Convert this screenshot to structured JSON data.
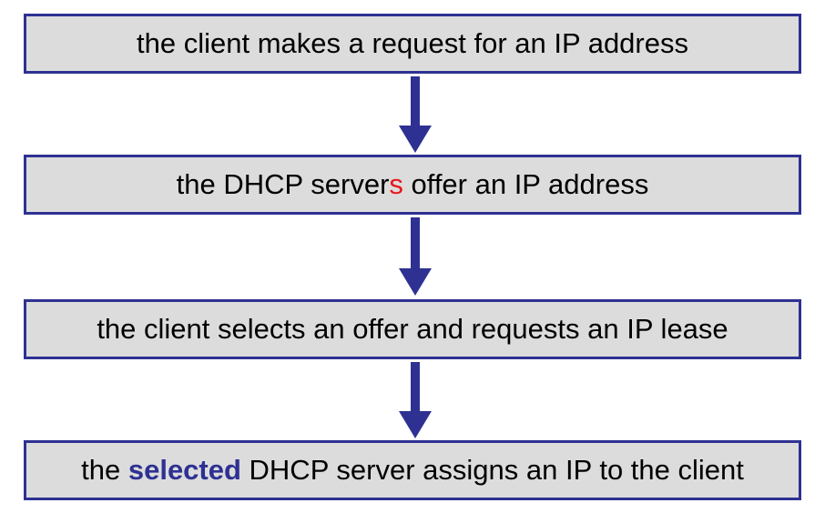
{
  "steps": [
    {
      "parts": [
        "the client makes a request for an IP address"
      ]
    },
    {
      "parts": [
        "the DHCP server",
        "s",
        " offer an IP address"
      ]
    },
    {
      "parts": [
        "the client selects an offer and requests an IP lease"
      ]
    },
    {
      "parts": [
        "the ",
        "selected",
        " DHCP server assigns an IP to the client"
      ]
    }
  ],
  "colors": {
    "box_fill": "#dcdcdc",
    "box_border": "#2e3192",
    "arrow": "#2e3192",
    "highlight_red": "#e8161b",
    "highlight_blue": "#2e3192"
  }
}
